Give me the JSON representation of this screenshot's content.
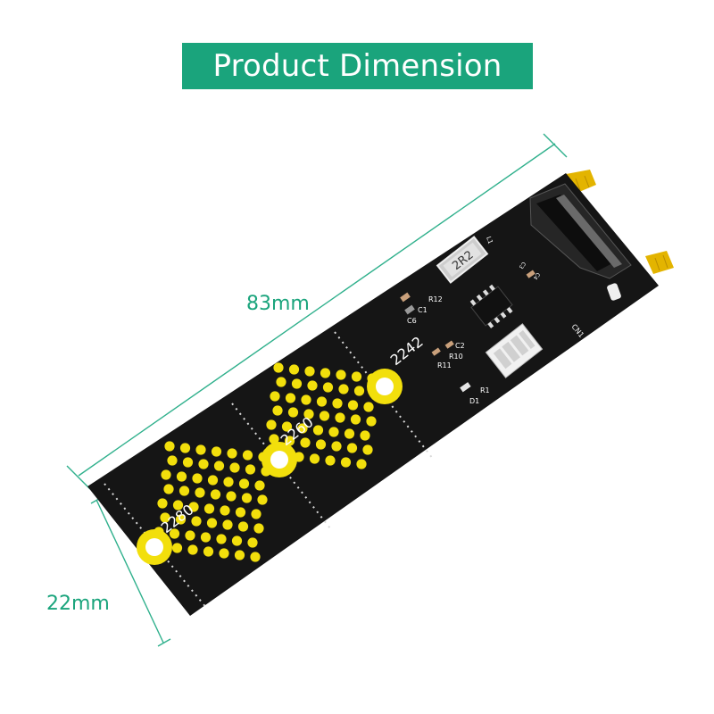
{
  "banner": {
    "title": "Product Dimension"
  },
  "dimensions": {
    "length": "83mm",
    "width": "22mm"
  },
  "board": {
    "size_marks": [
      "2242",
      "2260",
      "2280"
    ],
    "chip_label": "2R2",
    "component_labels": {
      "inductor": "L1",
      "r12": "R12",
      "c1": "C1",
      "c6": "C6",
      "c2": "C2",
      "r10": "R10",
      "r11": "R11",
      "r1": "R1",
      "d1": "D1",
      "cn1": "CN1",
      "c3": "C3",
      "c4": "C4"
    }
  },
  "colors": {
    "accent": "#1aa47c",
    "dimension_line": "#2fb08c",
    "pcb": "#151515",
    "pad": "#f2df0c",
    "gold_finger": "#e3b400"
  }
}
